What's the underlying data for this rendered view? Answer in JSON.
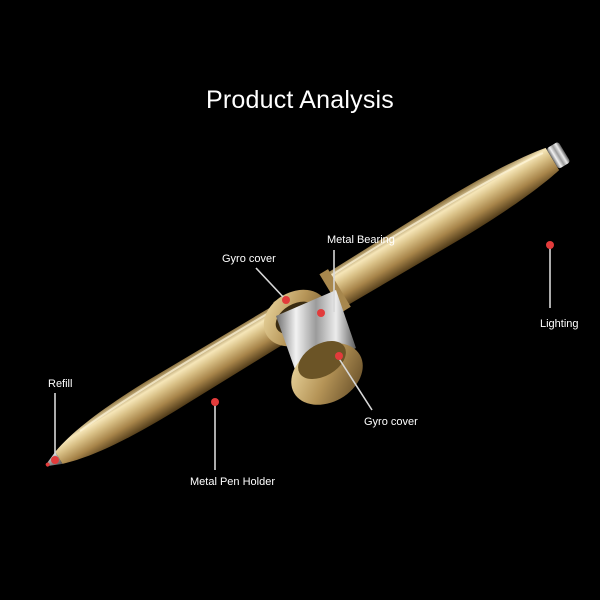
{
  "title": "Product Analysis",
  "labels": {
    "gyro_cover_top": "Gyro cover",
    "metal_bearing": "Metal Bearing",
    "lighting": "Lighting",
    "refill": "Refill",
    "gyro_cover_bottom": "Gyro cover",
    "metal_pen_holder": "Metal Pen Holder"
  },
  "colors": {
    "background": "#000000",
    "pen_gold": "#cdb27a",
    "bearing_silver": "#c9c9c9",
    "marker_red": "#e23b3b",
    "leader_line": "#d8d8d8"
  }
}
